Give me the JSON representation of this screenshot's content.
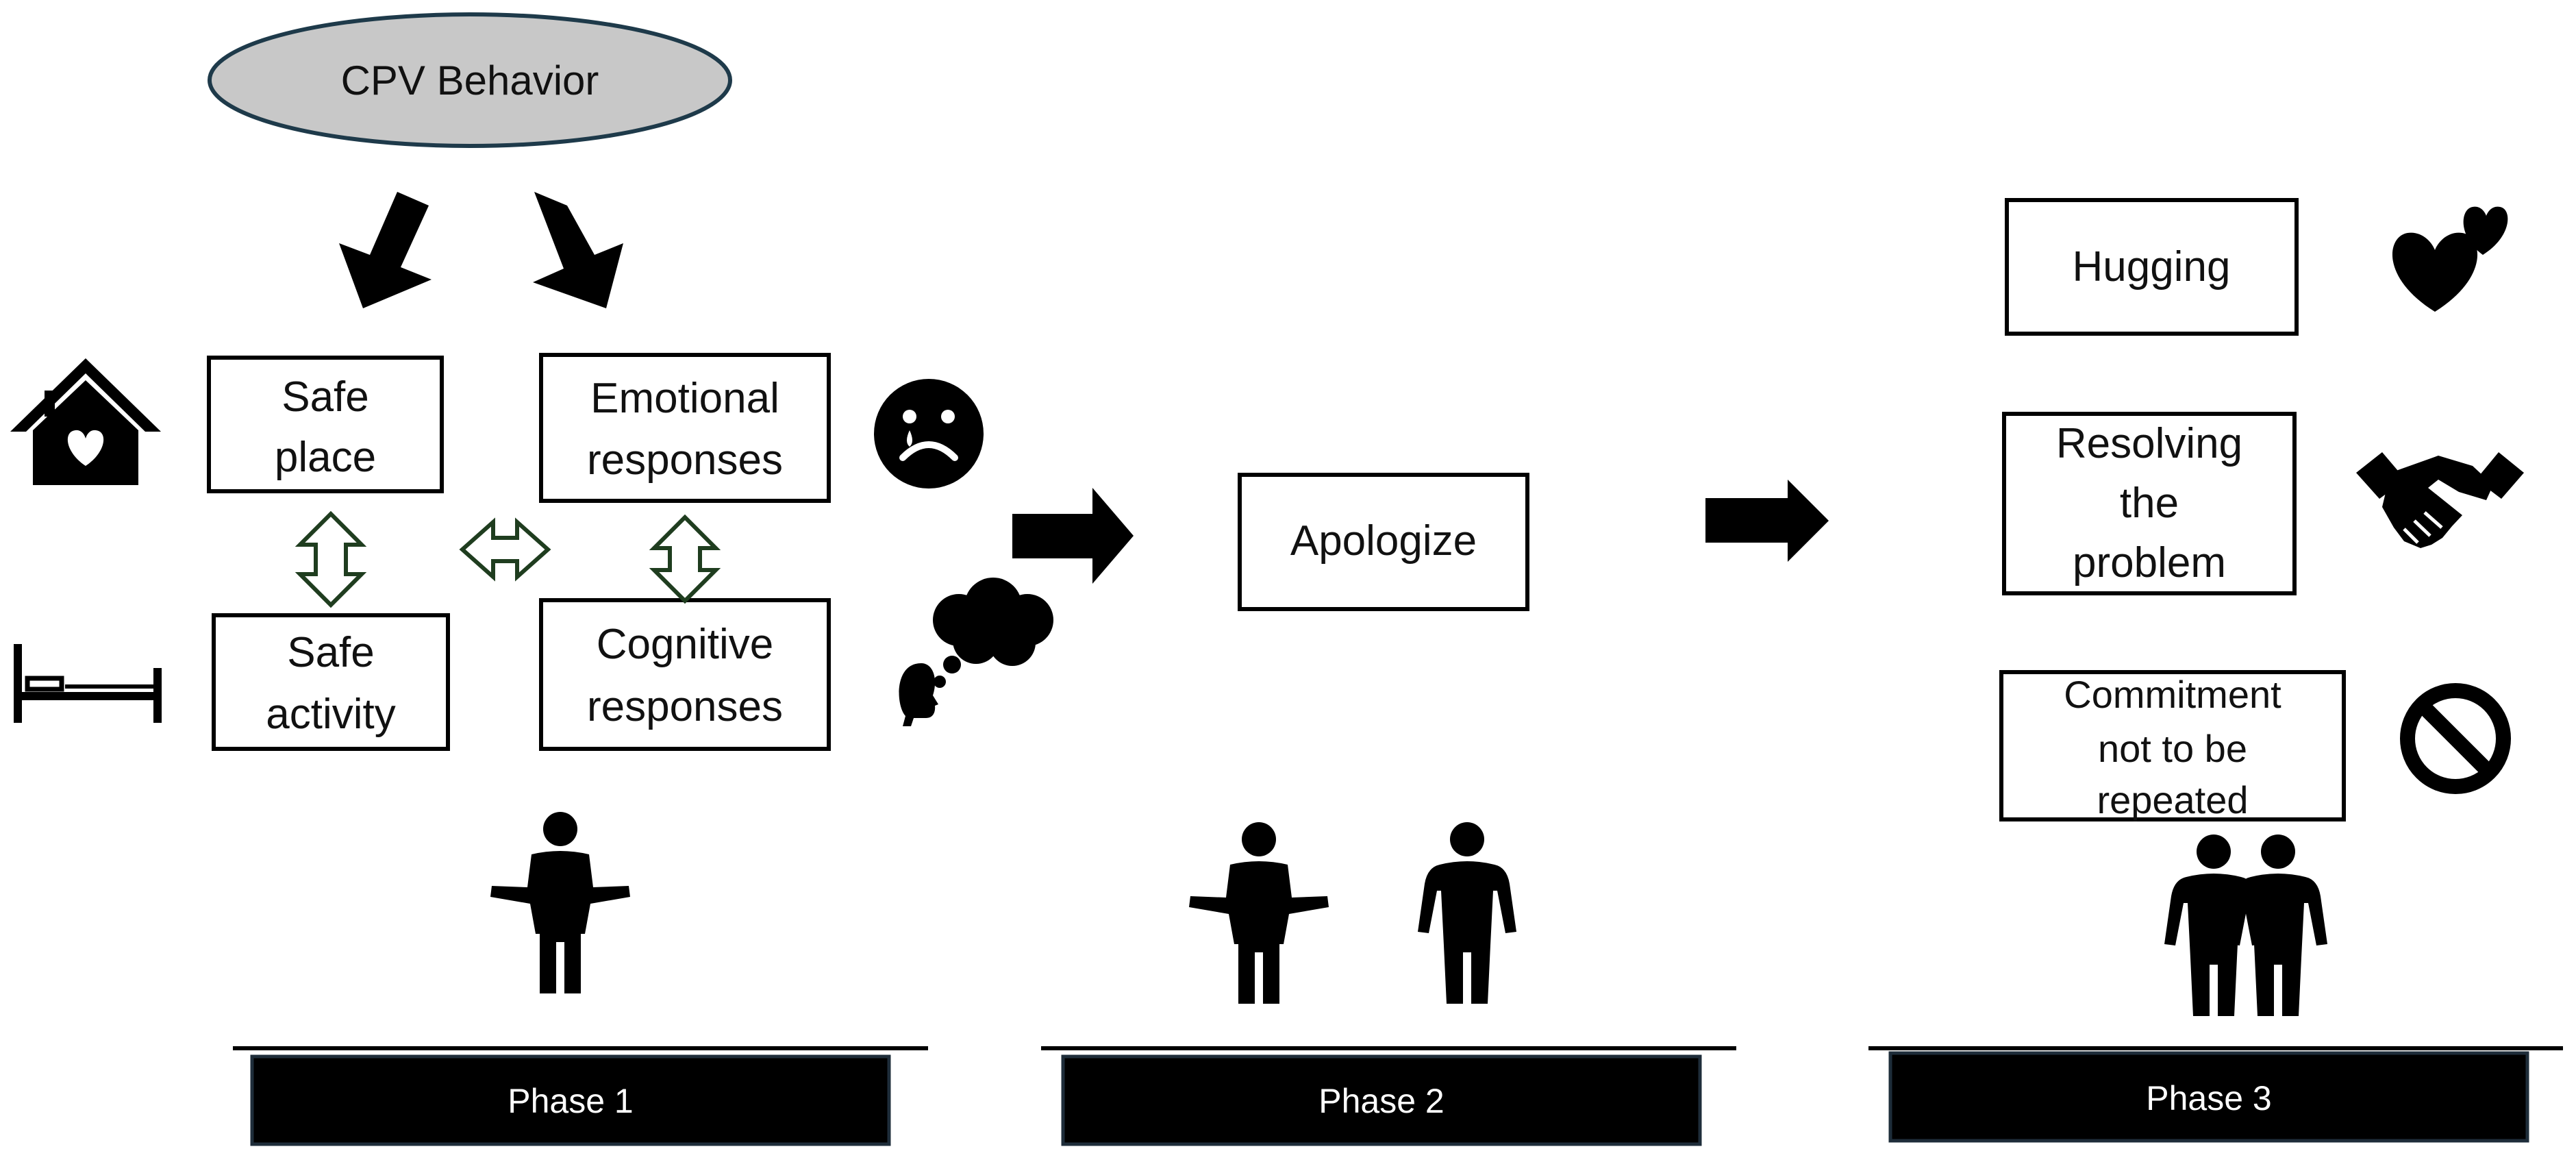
{
  "title_node": {
    "label": "CPV Behavior"
  },
  "phase1": {
    "boxes": [
      {
        "id": "safe-place",
        "lines": [
          "Safe",
          "place"
        ]
      },
      {
        "id": "emotional-responses",
        "lines": [
          "Emotional",
          "responses"
        ]
      },
      {
        "id": "safe-activity",
        "lines": [
          "Safe",
          "activity"
        ]
      },
      {
        "id": "cognitive-responses",
        "lines": [
          "Cognitive",
          "responses"
        ]
      }
    ],
    "icons": [
      "house-heart-icon",
      "bed-icon",
      "sad-face-icon",
      "thinking-head-icon",
      "shrugging-person-icon"
    ],
    "label": "Phase 1"
  },
  "phase2": {
    "box": {
      "lines": [
        "Apologize"
      ]
    },
    "icons": [
      "shrugging-person-icon",
      "standing-person-icon"
    ],
    "label": "Phase 2"
  },
  "phase3": {
    "boxes": [
      {
        "id": "hugging",
        "lines": [
          "Hugging"
        ]
      },
      {
        "id": "resolving-the-problem",
        "lines": [
          "Resolving",
          "the",
          "problem"
        ]
      },
      {
        "id": "commitment",
        "lines": [
          "Commitment",
          "not to be",
          "repeated"
        ]
      }
    ],
    "icons": [
      "hearts-icon",
      "handshake-icon",
      "prohibited-icon",
      "two-people-holding-hands-icon"
    ],
    "label": "Phase 3"
  },
  "colors": {
    "ellipse_fill": "#c8c8c8",
    "ellipse_stroke": "#1e3a4a",
    "phase_bar": "#000000",
    "double_arrow_stroke": "#1f3d1f"
  }
}
